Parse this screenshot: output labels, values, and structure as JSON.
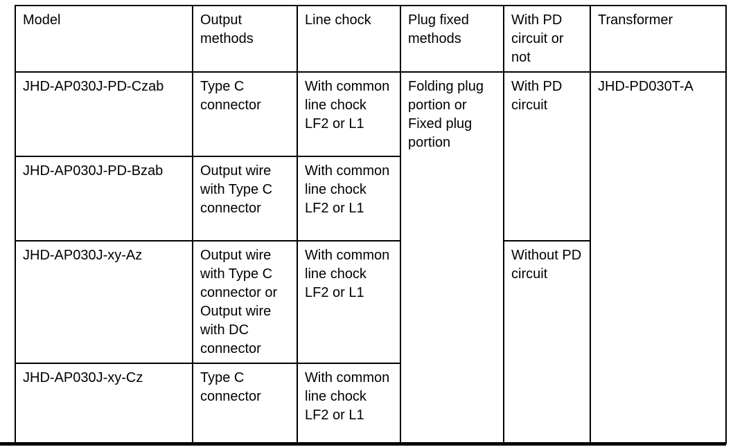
{
  "page": {
    "background_color": "#ffffff",
    "text_color": "#000000",
    "border_color": "#000000"
  },
  "table": {
    "headers": [
      "Model",
      "Output methods",
      "Line chock",
      "Plug fixed methods",
      "With PD circuit or not",
      "Transformer"
    ],
    "rows": [
      {
        "model": "JHD-AP030J-PD-Czab",
        "output_method": "Type C connector",
        "line_chock": "With common line chock LF2 or L1"
      },
      {
        "model": "JHD-AP030J-PD-Bzab",
        "output_method": "Output wire with Type C connector",
        "line_chock": "With common line chock LF2 or L1"
      },
      {
        "model": "JHD-AP030J-xy-Az",
        "output_method": "Output wire with Type C connector or Output wire with DC connector",
        "line_chock": "With common line chock LF2 or L1"
      },
      {
        "model": "JHD-AP030J-xy-Cz",
        "output_method": "Type C connector",
        "line_chock": "With common line chock LF2 or L1"
      }
    ],
    "merged": {
      "plug_fixed_methods": "Folding plug portion or Fixed plug portion",
      "pd_with": "With PD circuit",
      "pd_without": "Without PD circuit",
      "transformer": "JHD-PD030T-A"
    }
  }
}
